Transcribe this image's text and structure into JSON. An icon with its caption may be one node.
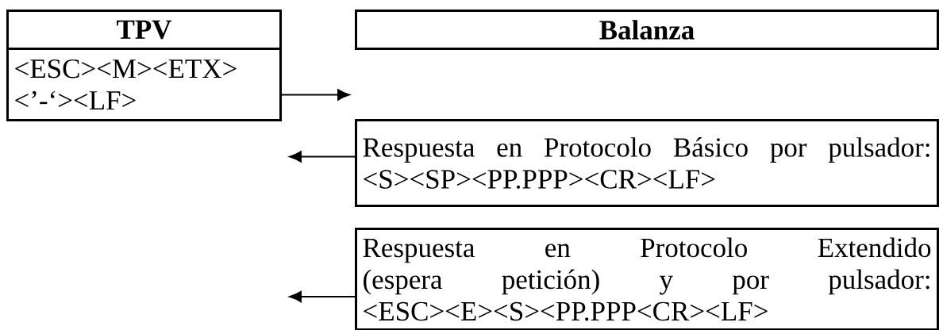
{
  "diagram": {
    "nodes": [
      {
        "text": [
          "TPV"
        ]
      },
      {
        "text": [
          "<ESC><M><ETX> <’-‘><LF>"
        ]
      },
      {
        "text": [
          "Balanza"
        ]
      },
      {
        "text": [
          "Respuesta en Protocolo Básico por pulsador: <S><SP><PP.PPP><CR><LF>"
        ]
      },
      {
        "text": [
          "Respuesta en Protocolo Extendido (espera petición) y por pulsador: <ESC><E><S><PP.PPP<CR><LF>"
        ]
      }
    ],
    "edges": [
      {
        "from": 1,
        "to": null,
        "arrow": "to"
      },
      {
        "from": 3,
        "to": null,
        "arrow": "to"
      },
      {
        "from": 4,
        "to": null,
        "arrow": "to"
      }
    ]
  }
}
